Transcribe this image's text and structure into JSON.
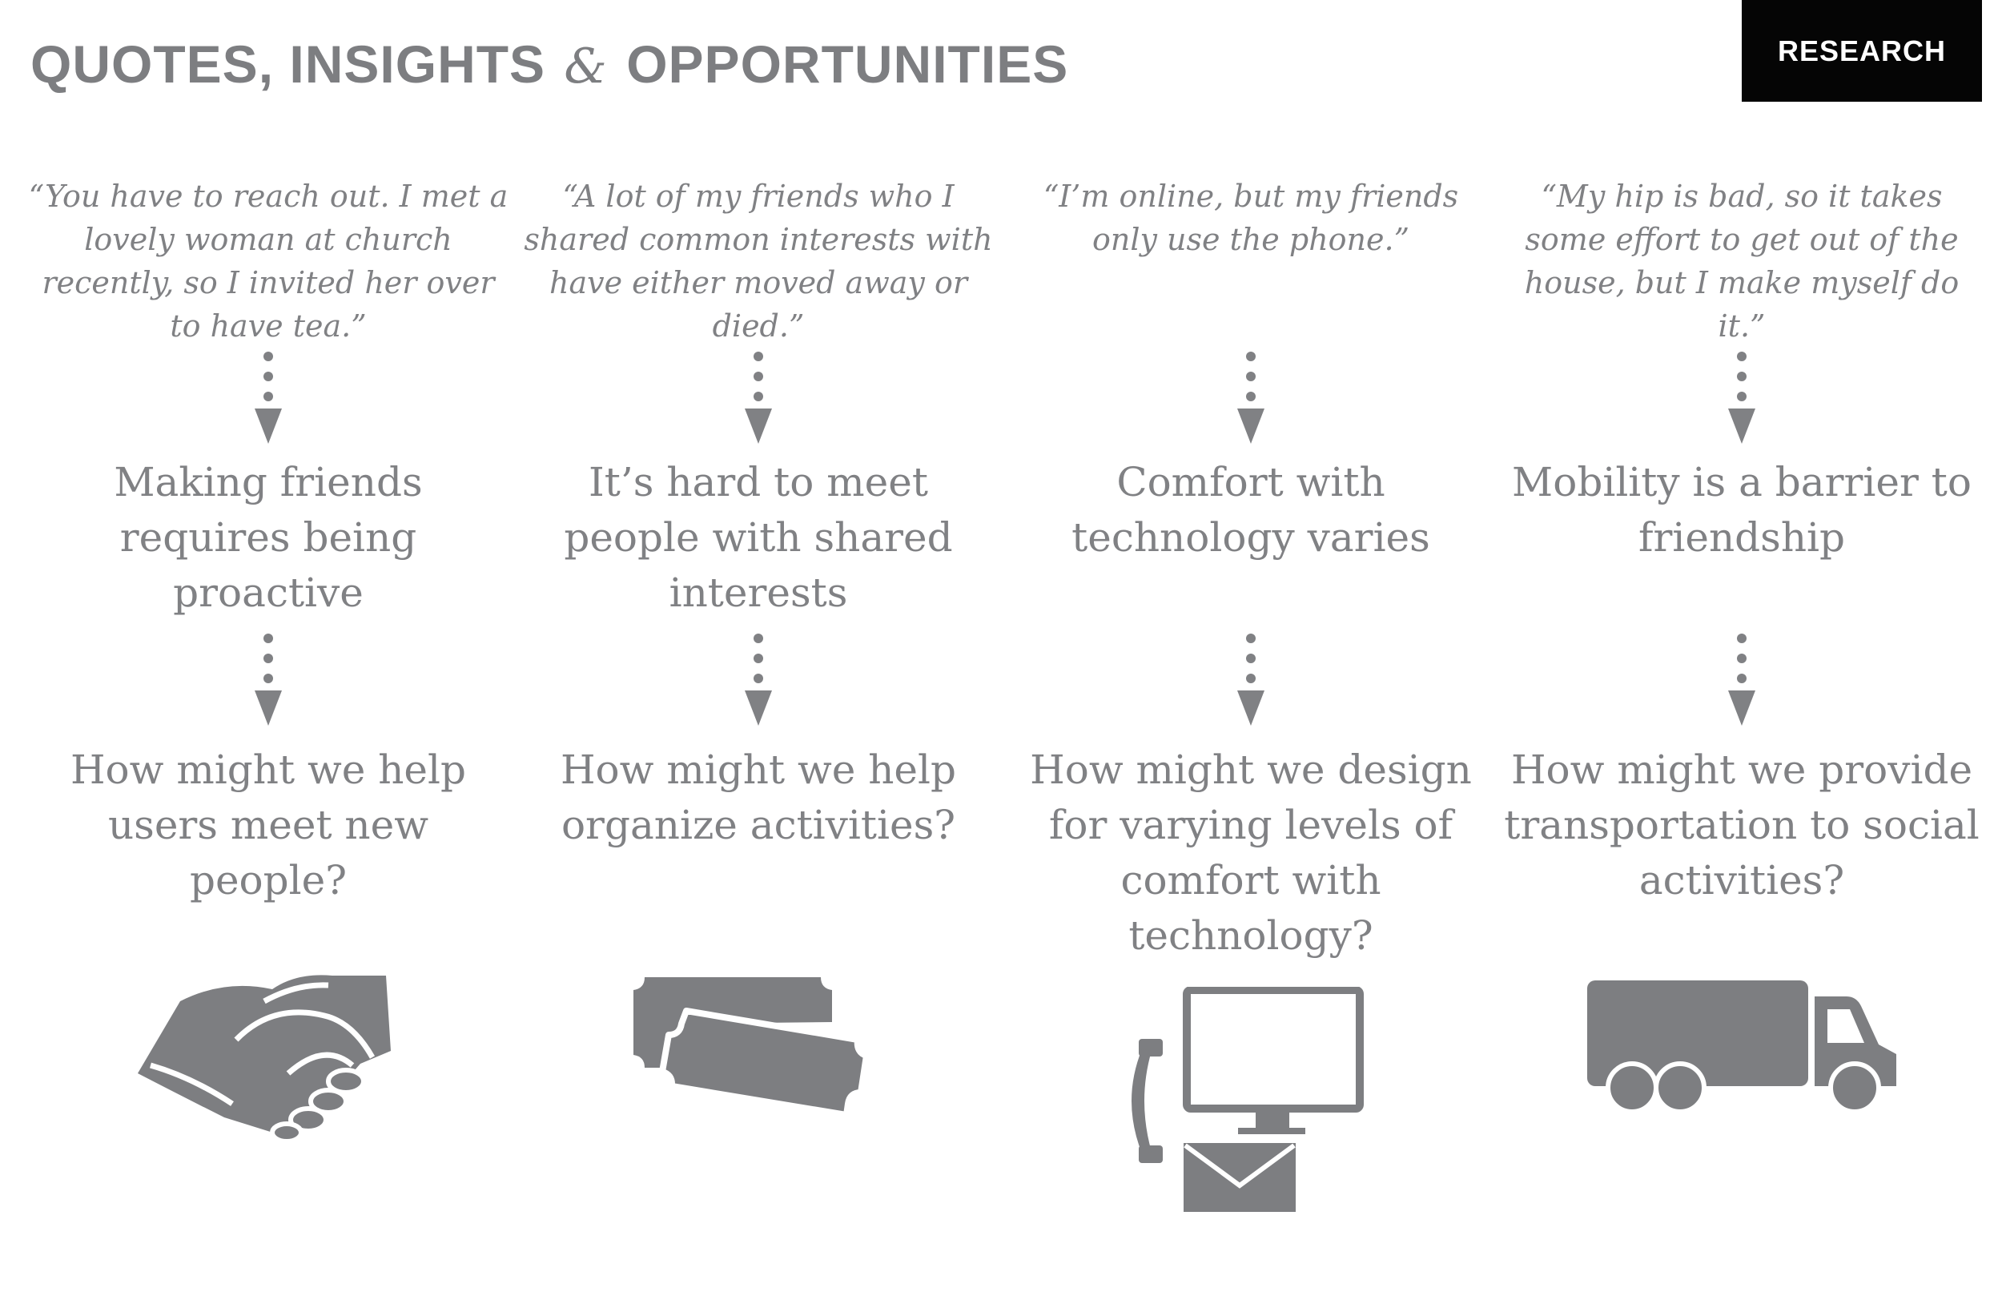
{
  "header": {
    "title_part1": "QUOTES, INSIGHTS",
    "title_amp": "&",
    "title_part2": "OPPORTUNITIES",
    "badge": "RESEARCH"
  },
  "columns": [
    {
      "quote": "“You have to reach out. I met a lovely woman at church recently, so I invited her over to have tea.”",
      "insight": "Making friends requires being proactive",
      "opportunity": "How might we help users meet new people?",
      "icon": "handshake-icon"
    },
    {
      "quote": "“A lot of my friends who I shared common interests with have either moved away or died.”",
      "insight": "It’s hard to meet people with shared interests",
      "opportunity": "How might we help organize activities?",
      "icon": "tickets-icon"
    },
    {
      "quote": "“I’m online, but my friends only use the phone.”",
      "insight": "Comfort with technology varies",
      "opportunity": "How might we design for varying levels of comfort with technology?",
      "icon": "phone-computer-mail-icon"
    },
    {
      "quote": "“My hip is bad, so it takes some effort to get out of the house, but I make myself do it.”",
      "insight": "Mobility is a barrier to friendship",
      "opportunity": "How might we provide transportation to social activities?",
      "icon": "truck-icon"
    }
  ],
  "colors": {
    "text_gray": "#808184",
    "icon_gray": "#7d7e81",
    "badge_bg": "#050505",
    "badge_text": "#ffffff"
  }
}
